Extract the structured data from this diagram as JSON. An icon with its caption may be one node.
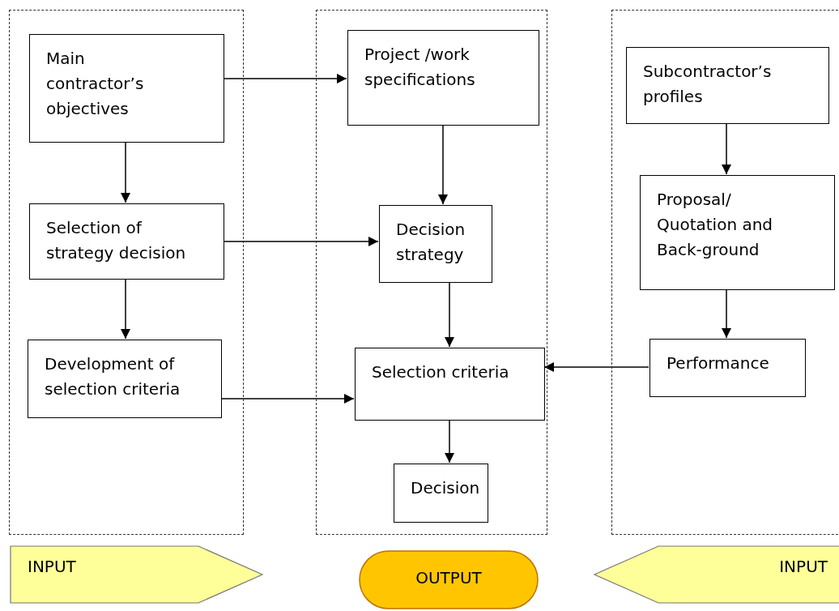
{
  "diagram": {
    "nodes": [
      {
        "text": [],
        "shape": "box"
      },
      {
        "text": [
          "Main contractor’s objectives"
        ],
        "in": 0
      },
      {
        "text": [
          "Selection of strategy decision"
        ],
        "in": 0
      },
      {
        "text": [
          "Development of selection criteria"
        ],
        "in": 0
      },
      {
        "text": [],
        "shape": "box"
      },
      {
        "text": [
          "Project /work specifications"
        ],
        "in": 4
      },
      {
        "text": [
          "Decision strategy"
        ],
        "in": 4
      },
      {
        "text": [
          "Selection criteria"
        ],
        "in": 4
      },
      {
        "text": [
          "Decision"
        ],
        "in": 4
      },
      {
        "text": [],
        "shape": "box"
      },
      {
        "text": [
          "Subcontractor’s profiles"
        ],
        "in": 9
      },
      {
        "text": [
          "Proposal/ Quotation and Back-ground"
        ],
        "in": 9
      },
      {
        "text": [
          "Performance"
        ],
        "in": 9
      },
      {
        "text": [
          "INPUT"
        ]
      },
      {
        "text": [
          "OUTPUT"
        ]
      },
      {
        "text": [
          "INPUT"
        ]
      }
    ],
    "edges": [
      {
        "from": 1,
        "to": 5,
        "arrow": "to"
      },
      {
        "from": 1,
        "to": 2,
        "arrow": "to"
      },
      {
        "from": 2,
        "to": 6,
        "arrow": "to"
      },
      {
        "from": 2,
        "to": 3,
        "arrow": "to"
      },
      {
        "from": 3,
        "to": 7,
        "arrow": "to"
      },
      {
        "from": 5,
        "to": 6,
        "arrow": "to"
      },
      {
        "from": 6,
        "to": 7,
        "arrow": "to"
      },
      {
        "from": 7,
        "to": 8,
        "arrow": "to"
      },
      {
        "from": 10,
        "to": 11,
        "arrow": "to"
      },
      {
        "from": 11,
        "to": 12,
        "arrow": "to"
      },
      {
        "from": 12,
        "to": 7,
        "arrow": "to"
      }
    ]
  }
}
